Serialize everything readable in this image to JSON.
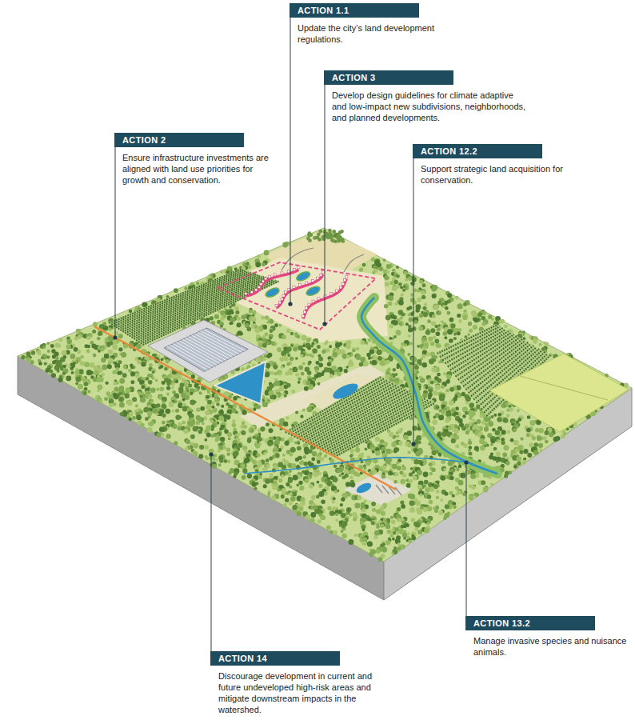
{
  "diagram": {
    "nodes": [
      {
        "text": [
          "ACTION 1.1",
          "Update the city’s land development regulations."
        ]
      },
      {
        "text": [
          "ACTION 3",
          "Develop design guidelines for climate adaptive and low-impact new subdivisions, neighborhoods, and planned developments."
        ]
      },
      {
        "text": [
          "ACTION 2",
          "Ensure infrastructure investments are aligned with land use priorities for growth and conservation."
        ]
      },
      {
        "text": [
          "ACTION 12.2",
          "Support strategic land acquisition for conservation."
        ]
      },
      {
        "text": [
          "ACTION 13.2",
          "Manage invasive species and nuisance animals."
        ]
      },
      {
        "text": [
          "ACTION 14",
          "Discourage development in current and future undeveloped high-risk areas and mitigate downstream impacts in the watershed."
        ]
      }
    ]
  }
}
